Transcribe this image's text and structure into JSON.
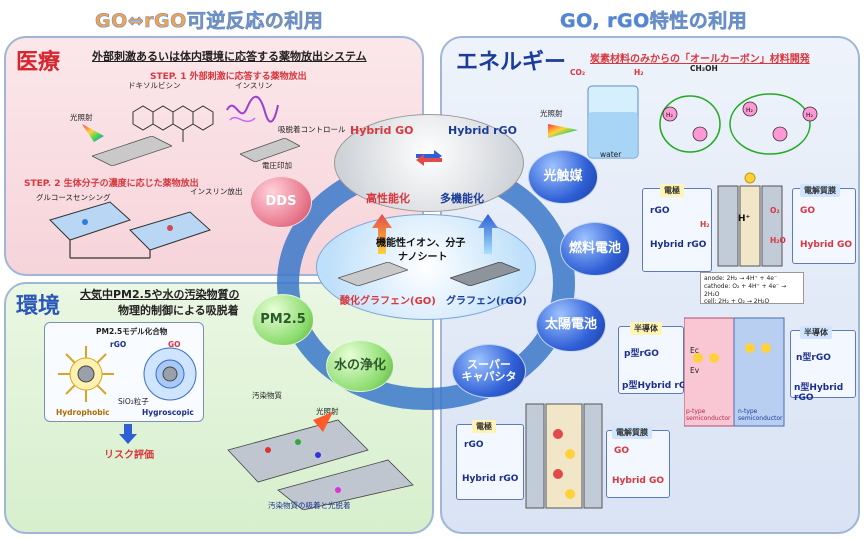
{
  "header": {
    "left_title": "GO⇔rGO可逆反応の利用",
    "right_title": "GO, rGO特性の利用"
  },
  "colors": {
    "left_title": "#f7a24a",
    "right_title": "#4f86d8",
    "medical_bg": "#fbe3e6",
    "env_bg": "#e3f3df",
    "energy_bg": "#e7eef9",
    "ring": "#3b78c9"
  },
  "medical": {
    "title": "医療",
    "subtitle": "外部刺激あるいは体内環境に応答する薬物放出システム",
    "step1": "STEP. 1  外部刺激に応答する薬物放出",
    "step2": "STEP. 2  生体分子の濃度に応じた薬物放出",
    "doxorubicin": "ドキソルビシン",
    "insulin": "インスリン",
    "light": "光照射",
    "adsorption_control": "吸脱着コントロール",
    "voltage": "電圧印加",
    "glucose_sensing": "グルコースセンシング",
    "insulin_release": "インスリン放出"
  },
  "environment": {
    "title": "環境",
    "subtitle_line1": "大気中PM2.5や水の汚染物質の",
    "subtitle_line2": "物理的制御による吸脱着",
    "pm_model": "PM2.5モデル化合物",
    "rgo": "rGO",
    "go": "GO",
    "sio2": "SiO₂粒子",
    "hydrophobic": "Hydrophobic",
    "hygroscopic": "Hygroscopic",
    "risk": "リスク評価",
    "pollutant": "汚染物質",
    "light": "光照射",
    "caption": "汚染物質の吸着と光脱着"
  },
  "center": {
    "hybrid_go": "Hybrid GO",
    "hybrid_rgo": "Hybrid rGO",
    "high_perf": "高性能化",
    "multi_func": "多機能化",
    "functional_1": "機能性イオン、分子",
    "functional_2": "ナノシート",
    "go_label": "酸化グラフェン(GO)",
    "rgo_label": "グラフェン(rGO)"
  },
  "application_nodes": [
    {
      "label": "DDS",
      "kind": "pink"
    },
    {
      "label": "PM2.5",
      "kind": "green"
    },
    {
      "label": "水の浄化",
      "kind": "green"
    },
    {
      "label": "スーパー\nキャパシタ",
      "kind": "blue"
    },
    {
      "label": "太陽電池",
      "kind": "blue"
    },
    {
      "label": "燃料電池",
      "kind": "blue"
    },
    {
      "label": "光触媒",
      "kind": "blue"
    }
  ],
  "energy": {
    "title": "エネルギー",
    "subtitle": "炭素材料のみからの「オールカーボン」材料開発",
    "light": "光照射",
    "water": "water",
    "co2": "CO₂",
    "h2": "H₂",
    "ch3oh": "CH₃OH",
    "electrode": "電極",
    "electrolyte_membrane": "電解質膜",
    "rgo": "rGO",
    "hybrid_rgo": "Hybrid rGO",
    "go": "GO",
    "hybrid_go": "Hybrid GO",
    "h_plus": "H⁺",
    "h2o": "H₂O",
    "o2": "O₂",
    "h2_short": "H₂",
    "anode": "anode:   2H₂ → 4H⁺ + 4e⁻",
    "cathode": "cathode:  O₂ + 4H⁺ + 4e⁻ → 2H₂O",
    "cell": "cell:      2H₂ + O₂ → 2H₂O",
    "semiconductor": "半導体",
    "p_rgo": "p型rGO",
    "p_hybrid_rgo": "p型Hybrid rGO",
    "n_rgo": "n型rGO",
    "n_hybrid_rgo": "n型Hybrid rGO",
    "p_type": "p-type semiconductor",
    "n_type": "n-type semiconductor",
    "ec": "Ec",
    "ev": "Ev"
  }
}
